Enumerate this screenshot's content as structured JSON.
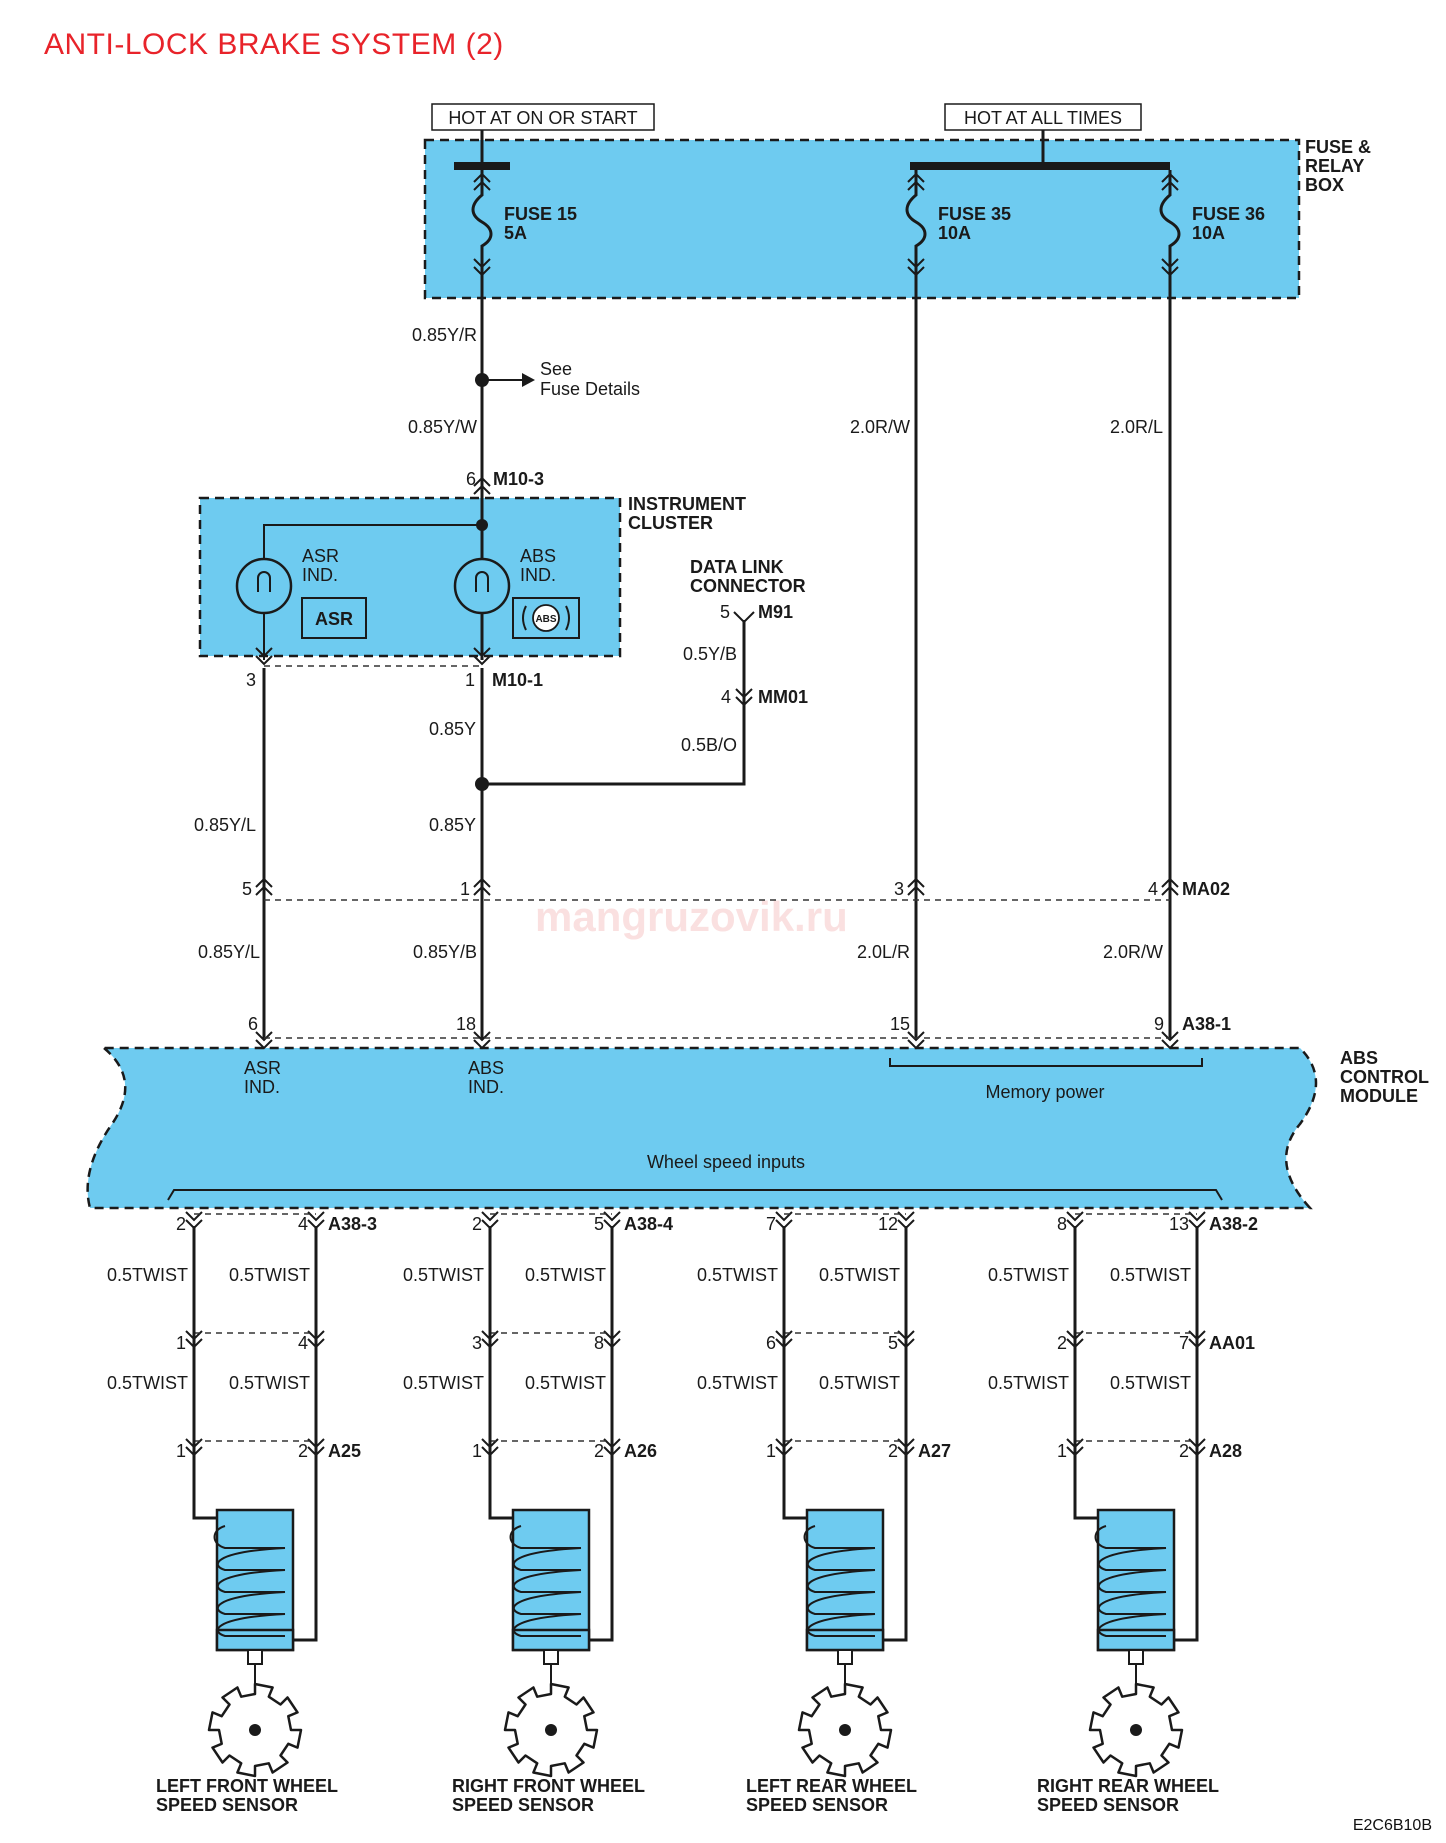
{
  "title": "ANTI-LOCK BRAKE SYSTEM (2)",
  "watermark": "mangruzovik.ru",
  "diagram_code": "E2C6B10B",
  "colors": {
    "title": "#e8232a",
    "module_fill": "#6ecbf0",
    "wire": "#1a1a1a"
  },
  "power": {
    "on_start": "HOT AT ON OR START",
    "all_times": "HOT AT ALL TIMES"
  },
  "fuse_box": {
    "label_lines": [
      "FUSE &",
      "RELAY",
      "BOX"
    ],
    "fuses": [
      {
        "name": "FUSE 15",
        "rating": "5A"
      },
      {
        "name": "FUSE 35",
        "rating": "10A"
      },
      {
        "name": "FUSE 36",
        "rating": "10A"
      }
    ]
  },
  "fuse_details": {
    "line1": "See",
    "line2": "Fuse Details"
  },
  "instrument_cluster": {
    "label_lines": [
      "INSTRUMENT",
      "CLUSTER"
    ],
    "connector_top": "M10-3",
    "pin_top": "6",
    "connector_bottom": "M10-1",
    "pin_asr": "3",
    "pin_abs": "1",
    "asr": {
      "lines": [
        "ASR",
        "IND."
      ],
      "badge": "ASR"
    },
    "abs": {
      "lines": [
        "ABS",
        "IND."
      ],
      "badge": "ABS"
    }
  },
  "data_link": {
    "label_lines": [
      "DATA LINK",
      "CONNECTOR"
    ],
    "connector": "M91",
    "pin": "5",
    "wire": "0.5Y/B",
    "inline_connector": "MM01",
    "inline_pin": "4",
    "wire_to_bus": "0.5B/O"
  },
  "wires": {
    "f15_a": "0.85Y/R",
    "f15_b": "0.85Y/W",
    "f35": "2.0R/W",
    "f36": "2.0R/L",
    "abs_a": "0.85Y",
    "abs_b": "0.85Y",
    "asr_a": "0.85Y/L",
    "asr_b": "0.85Y/L",
    "abs_c": "0.85Y/B",
    "f35_b": "2.0L/R",
    "f36_b": "2.0R/W"
  },
  "ma02": {
    "name": "MA02",
    "pins": [
      "5",
      "1",
      "3",
      "4"
    ]
  },
  "abs_module": {
    "label_lines": [
      "ABS",
      "CONTROL",
      "MODULE"
    ],
    "connector_top": "A38-1",
    "pins_top": [
      "6",
      "18",
      "15",
      "9"
    ],
    "asr_ind": [
      "ASR",
      "IND."
    ],
    "abs_ind": [
      "ABS",
      "IND."
    ],
    "memory_power": "Memory power",
    "wheel_inputs": "Wheel speed inputs"
  },
  "twist_wire": "0.5TWIST",
  "aa01": "AA01",
  "sensors": [
    {
      "module_pins": [
        "2",
        "4"
      ],
      "module_connector": "A38-3",
      "aa01_pins": [
        "1",
        "4"
      ],
      "sensor_connector": "A25",
      "sensor_pins": [
        "1",
        "2"
      ],
      "name_lines": [
        "LEFT FRONT WHEEL",
        "SPEED SENSOR"
      ]
    },
    {
      "module_pins": [
        "2",
        "5"
      ],
      "module_connector": "A38-4",
      "aa01_pins": [
        "3",
        "8"
      ],
      "sensor_connector": "A26",
      "sensor_pins": [
        "1",
        "2"
      ],
      "name_lines": [
        "RIGHT FRONT WHEEL",
        "SPEED SENSOR"
      ]
    },
    {
      "module_pins": [
        "7",
        "12"
      ],
      "module_connector": "",
      "aa01_pins": [
        "6",
        "5"
      ],
      "sensor_connector": "A27",
      "sensor_pins": [
        "1",
        "2"
      ],
      "name_lines": [
        "LEFT REAR WHEEL",
        "SPEED SENSOR"
      ]
    },
    {
      "module_pins": [
        "8",
        "13"
      ],
      "module_connector": "A38-2",
      "aa01_pins": [
        "2",
        "7"
      ],
      "sensor_connector": "A28",
      "sensor_pins": [
        "1",
        "2"
      ],
      "name_lines": [
        "RIGHT REAR WHEEL",
        "SPEED SENSOR"
      ]
    }
  ]
}
